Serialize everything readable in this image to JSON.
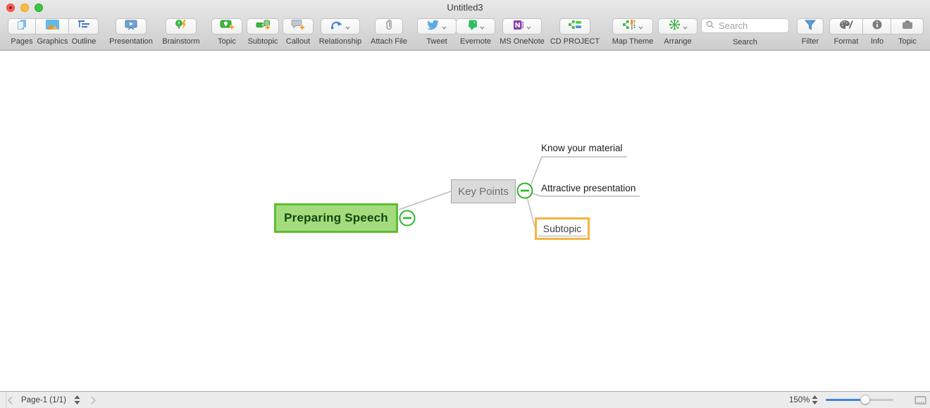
{
  "window": {
    "title": "Untitled3"
  },
  "toolbar": {
    "items": [
      {
        "label": "Pages"
      },
      {
        "label": "Graphics"
      },
      {
        "label": "Outline"
      },
      {
        "label": "Presentation"
      },
      {
        "label": "Brainstorm"
      },
      {
        "label": "Topic"
      },
      {
        "label": "Subtopic"
      },
      {
        "label": "Callout"
      },
      {
        "label": "Relationship"
      },
      {
        "label": "Attach File"
      },
      {
        "label": "Tweet"
      },
      {
        "label": "Evernote"
      },
      {
        "label": "MS OneNote"
      },
      {
        "label": "CD PROJECT"
      },
      {
        "label": "Map Theme"
      },
      {
        "label": "Arrange"
      },
      {
        "label": "Search"
      },
      {
        "label": "Filter"
      },
      {
        "label": "Format"
      },
      {
        "label": "Info"
      },
      {
        "label": "Topic"
      }
    ],
    "search_placeholder": "Search"
  },
  "mindmap": {
    "root": "Preparing Speech",
    "topic": "Key Points",
    "children": [
      "Know your material",
      "Attractive presentation",
      "Subtopic"
    ]
  },
  "statusbar": {
    "page_label": "Page-1 (1/1)",
    "zoom_level": "150%"
  },
  "colors": {
    "root_fill": "#a4db7d",
    "root_border": "#5cbe33",
    "selection_orange": "#f6b441",
    "collapse_green": "#2db52d",
    "accent_blue": "#3f86dd"
  }
}
